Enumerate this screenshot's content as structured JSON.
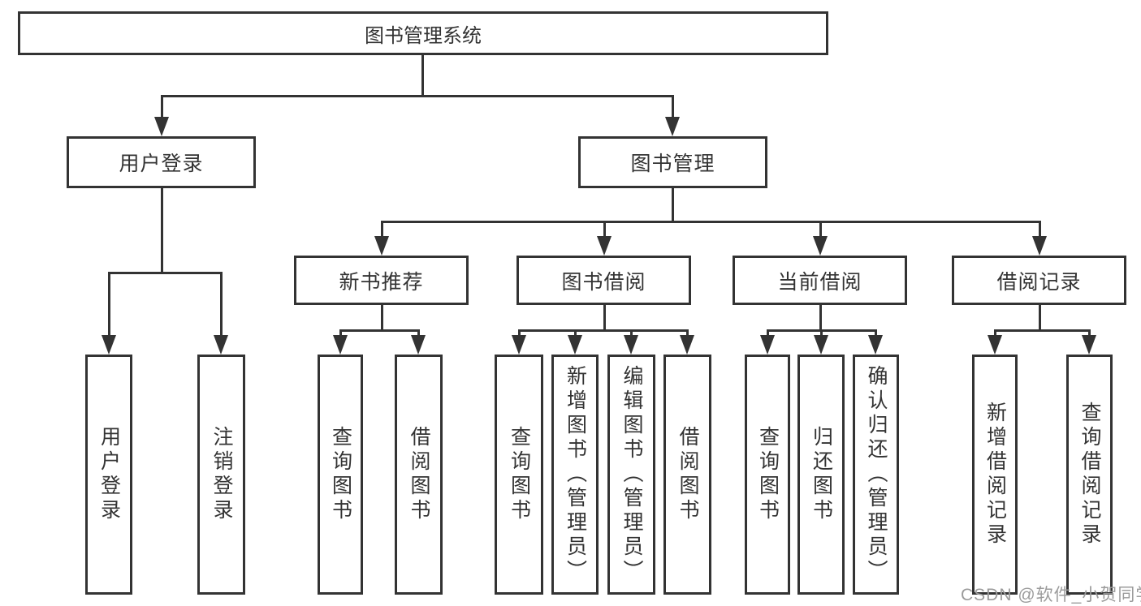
{
  "diagram_title": "图书管理系统",
  "nodes": {
    "root": {
      "label": "图书管理系统"
    },
    "user_login": {
      "label": "用户登录"
    },
    "book_mgmt": {
      "label": "图书管理"
    },
    "new_book": {
      "label": "新书推荐"
    },
    "book_borrow": {
      "label": "图书借阅"
    },
    "current_borrow": {
      "label": "当前借阅"
    },
    "borrow_records": {
      "label": "借阅记录"
    }
  },
  "leaves": {
    "user_login": "用户登录",
    "logout": "注销登录",
    "nb_query": "查询图书",
    "nb_borrow": "借阅图书",
    "bb_query": "查询图书",
    "bb_add": "新增图书（管理员）",
    "bb_edit": "编辑图书（管理员）",
    "bb_borrow": "借阅图书",
    "cb_query": "查询图书",
    "cb_return": "归还图书",
    "cb_confirm": "确认归还（管理员）",
    "br_add": "新增借阅记录",
    "br_query": "查询借阅记录"
  },
  "hierarchy": {
    "图书管理系统": [
      "用户登录",
      "图书管理"
    ],
    "用户登录": [
      "用户登录",
      "注销登录"
    ],
    "图书管理": [
      "新书推荐",
      "图书借阅",
      "当前借阅",
      "借阅记录"
    ],
    "新书推荐": [
      "查询图书",
      "借阅图书"
    ],
    "图书借阅": [
      "查询图书",
      "新增图书（管理员）",
      "编辑图书（管理员）",
      "借阅图书"
    ],
    "当前借阅": [
      "查询图书",
      "归还图书",
      "确认归还（管理员）"
    ],
    "借阅记录": [
      "新增借阅记录",
      "查询借阅记录"
    ]
  },
  "watermark": {
    "text": "CSDN @软件_小贺同学"
  },
  "colors": {
    "line": "#333333",
    "text": "#333333",
    "box_background": "#ffffff",
    "page_background": "#ffffff",
    "watermark": "#9b9b9b"
  }
}
